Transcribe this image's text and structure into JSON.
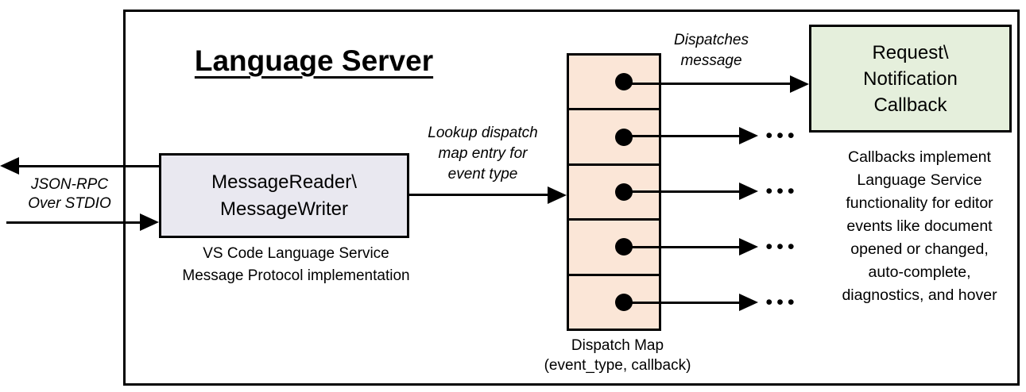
{
  "diagram": {
    "title": "Language Server",
    "colors": {
      "message_box_fill": "#e9e8f0",
      "dispatch_map_fill": "#fbe6d7",
      "callback_box_fill": "#e5efdc",
      "stroke": "#000000"
    },
    "stdio_label": {
      "line1": "JSON-RPC",
      "line2": "Over STDIO"
    },
    "message_box": {
      "line1": "MessageReader\\",
      "line2": "MessageWriter",
      "caption_line1": "VS Code Language Service",
      "caption_line2": "Message Protocol implementation"
    },
    "lookup_label": {
      "line1": "Lookup dispatch",
      "line2": "map entry for",
      "line3": "event type"
    },
    "dispatches_label": {
      "line1": "Dispatches",
      "line2": "message"
    },
    "callback_box": {
      "line1": "Request\\",
      "line2": "Notification",
      "line3": "Callback"
    },
    "dispatch_map": {
      "row_count": 5,
      "ellipsis": "•••",
      "caption_line1": "Dispatch Map",
      "caption_line2": "(event_type, callback)"
    },
    "callbacks_note": {
      "lines": [
        "Callbacks implement",
        "Language Service",
        "functionality for editor",
        "events like document",
        "opened or changed,",
        "auto-complete,",
        "diagnostics, and hover"
      ]
    }
  }
}
